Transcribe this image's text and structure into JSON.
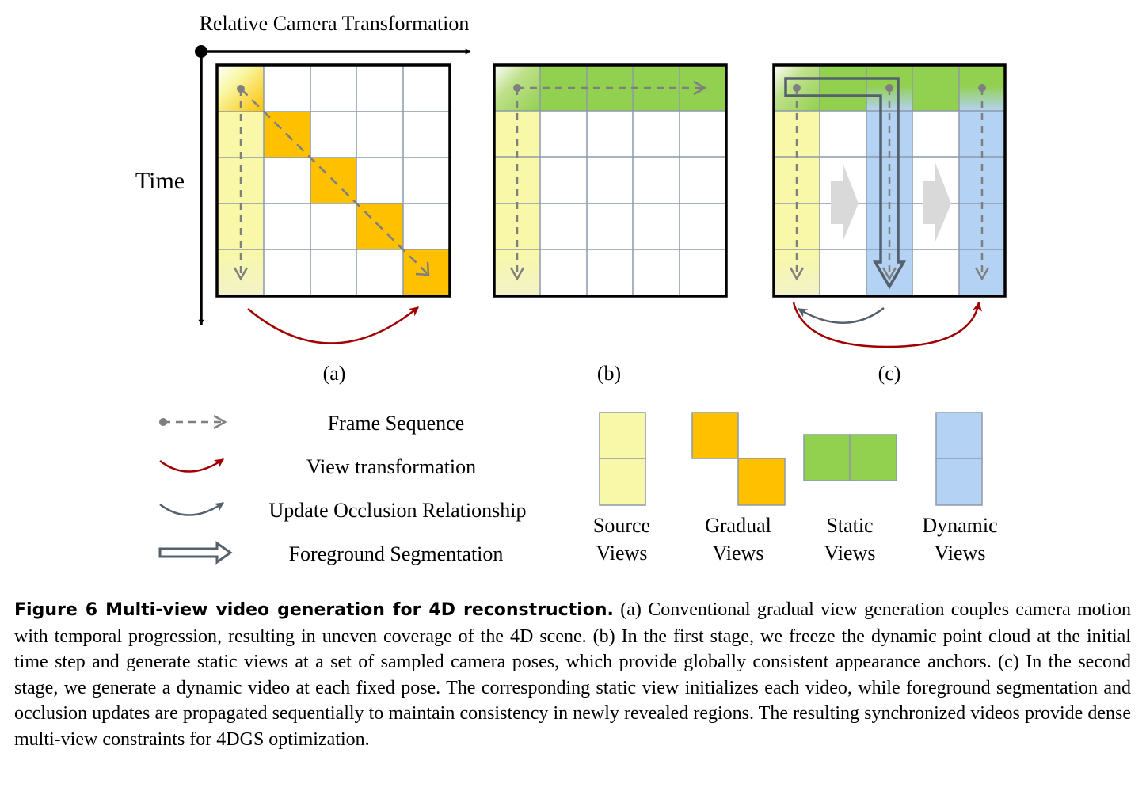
{
  "axes": {
    "x_label": "Relative Camera Transformation",
    "y_label": "Time"
  },
  "panels": [
    {
      "id": "a",
      "label": "(a)"
    },
    {
      "id": "b",
      "label": "(b)"
    },
    {
      "id": "c",
      "label": "(c)"
    }
  ],
  "legend": {
    "lines": [
      {
        "id": "frame-sequence",
        "label": "Frame Sequence"
      },
      {
        "id": "view-transformation",
        "label": "View transformation"
      },
      {
        "id": "update-occlusion",
        "label": "Update Occlusion Relationship"
      },
      {
        "id": "foreground-segmentation",
        "label": "Foreground Segmentation"
      }
    ],
    "swatches": [
      {
        "id": "source",
        "line1": "Source",
        "line2": "Views",
        "color": "#f8f8a8"
      },
      {
        "id": "gradual",
        "line1": "Gradual",
        "line2": "Views",
        "color": "#ffc000"
      },
      {
        "id": "static",
        "line1": "Static",
        "line2": "Views",
        "color": "#92d050"
      },
      {
        "id": "dynamic",
        "line1": "Dynamic",
        "line2": "Views",
        "color": "#b4d2f4"
      }
    ]
  },
  "colors": {
    "grid_line": "#8c9aa8",
    "frame_border": "#000000",
    "arrow_dashed": "#7f7f7f",
    "view_transformation": "#a00000",
    "occlusion": "#54606c",
    "segmentation": "#54606c"
  },
  "caption": {
    "figure_number": "Figure 6",
    "title": "Multi-view video generation for 4D reconstruction.",
    "text": "(a) Conventional gradual view generation couples camera motion with temporal progression, resulting in uneven coverage of the 4D scene. (b) In the first stage, we freeze the dynamic point cloud at the initial time step and generate static views at a set of sampled camera poses, which provide globally consistent appearance anchors. (c) In the second stage, we generate a dynamic video at each fixed pose. The corresponding static view initializes each video, while foreground segmentation and occlusion updates are propagated sequentially to maintain consistency in newly revealed regions. The resulting synchronized videos provide dense multi-view constraints for 4DGS optimization."
  }
}
